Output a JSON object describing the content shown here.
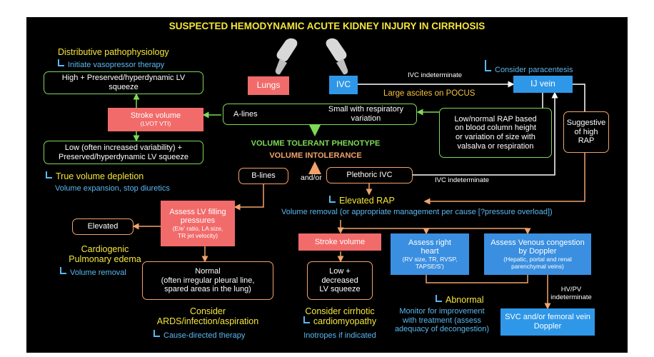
{
  "title": "SUSPECTED HEMODYNAMIC ACUTE KIDNEY INJURY IN CIRRHOSIS",
  "icons": [
    "ultrasound-probe-icon",
    "return-arrow-icon"
  ],
  "colors": {
    "background": "#000000",
    "green": "#7ed957",
    "orange": "#f2a36b",
    "red": "#f26b6b",
    "blue": "#2f97e8",
    "yellow": "#f5e63a",
    "light_blue": "#5bb8f0"
  },
  "top_left": {
    "distributive": "Distributive pathophysiology",
    "vasopressor": "Initiate vasopressor therapy",
    "high_box_l1": "High + Preserved/hyperdynamic LV",
    "high_box_l2": "squeeze",
    "stroke_volume": "Stroke volume",
    "lvot_vti": "(LVOT VTI)",
    "low_box_l1": "Low (often increased variability) +",
    "low_box_l2": "Preserved/hyperdynamic LV squeeze",
    "true_depletion": "True volume depletion",
    "volume_expansion": "Volume expansion, stop diuretics"
  },
  "center": {
    "lungs": "Lungs",
    "ivc": "IVC",
    "a_lines": "A-lines",
    "small_variation_l1": "Small with respiratory",
    "small_variation_l2": "variation",
    "volume_tolerant": "VOLUME TOLERANT PHENOTYPE",
    "volume_intolerance": "VOLUME INTOLERANCE",
    "b_lines": "B-lines",
    "and_or": "and/or",
    "plethoric_ivc": "Plethoric IVC",
    "ivc_indeterminate_bottom": "IVC indeterminate"
  },
  "right_top": {
    "ivc_indeterminate_top": "IVC indeterminate",
    "consider_paracentesis": "Consider paracentesis",
    "large_ascites": "Large ascites on POCUS",
    "ij_vein": "IJ vein",
    "rap_box_l1": "Low/normal RAP based",
    "rap_box_l2": "on blood column height",
    "rap_box_l3": "or variation of size with",
    "rap_box_l4": "valsalva or respiration",
    "suggestive_l1": "Suggestive",
    "suggestive_l2": "of high",
    "suggestive_l3": "RAP"
  },
  "middle": {
    "elevated_rap": "Elevated RAP",
    "volume_removal_cause": "Volume removal (or appropriate management per cause [?pressure overload])"
  },
  "left_bottom": {
    "elevated": "Elevated",
    "assess_lv_l1": "Assess LV filling",
    "assess_lv_l2": "pressures",
    "assess_lv_sub1": "(E/e' ratio, LA size,",
    "assess_lv_sub2": "TR jet velocity)",
    "cardiogenic_l1": "Cardiogenic",
    "cardiogenic_l2": "Pulmonary edema",
    "volume_removal": "Volume removal",
    "normal_l1": "Normal",
    "normal_l2": "(often irregular pleural line,",
    "normal_l3": "spared areas in the lung)",
    "consider_ards_l1": "Consider",
    "consider_ards_l2": "ARDS/infection/aspiration",
    "cause_directed": "Cause-directed therapy"
  },
  "bottom_center": {
    "stroke_volume": "Stroke volume",
    "low_decreased_l1": "Low +",
    "low_decreased_l2": "decreased",
    "low_decreased_l3": "LV squeeze",
    "consider_cirrhotic_l1": "Consider cirrhotic",
    "consider_cirrhotic_l2": "cardiomyopathy",
    "inotropes": "Inotropes if indicated"
  },
  "bottom_right": {
    "assess_rh_l1": "Assess right",
    "assess_rh_l2": "heart",
    "assess_rh_sub1": "(RV size, TR, RVSP,",
    "assess_rh_sub2": "TAPSE/S')",
    "abnormal": "Abnormal",
    "monitor_l1": "Monitor for improvement",
    "monitor_l2": "with treatment (assess",
    "monitor_l3": "adequacy of decongestion)",
    "assess_vc_l1": "Assess Venous congestion",
    "assess_vc_l2": "by Doppler",
    "assess_vc_sub1": "(Hepatic, portal and renal",
    "assess_vc_sub2": "parenchymal veins)",
    "hvpv_l1": "HV/PV",
    "hvpv_l2": "indeterminate",
    "svc_l1": "SVC and/or femoral vein",
    "svc_l2": "Doppler"
  }
}
